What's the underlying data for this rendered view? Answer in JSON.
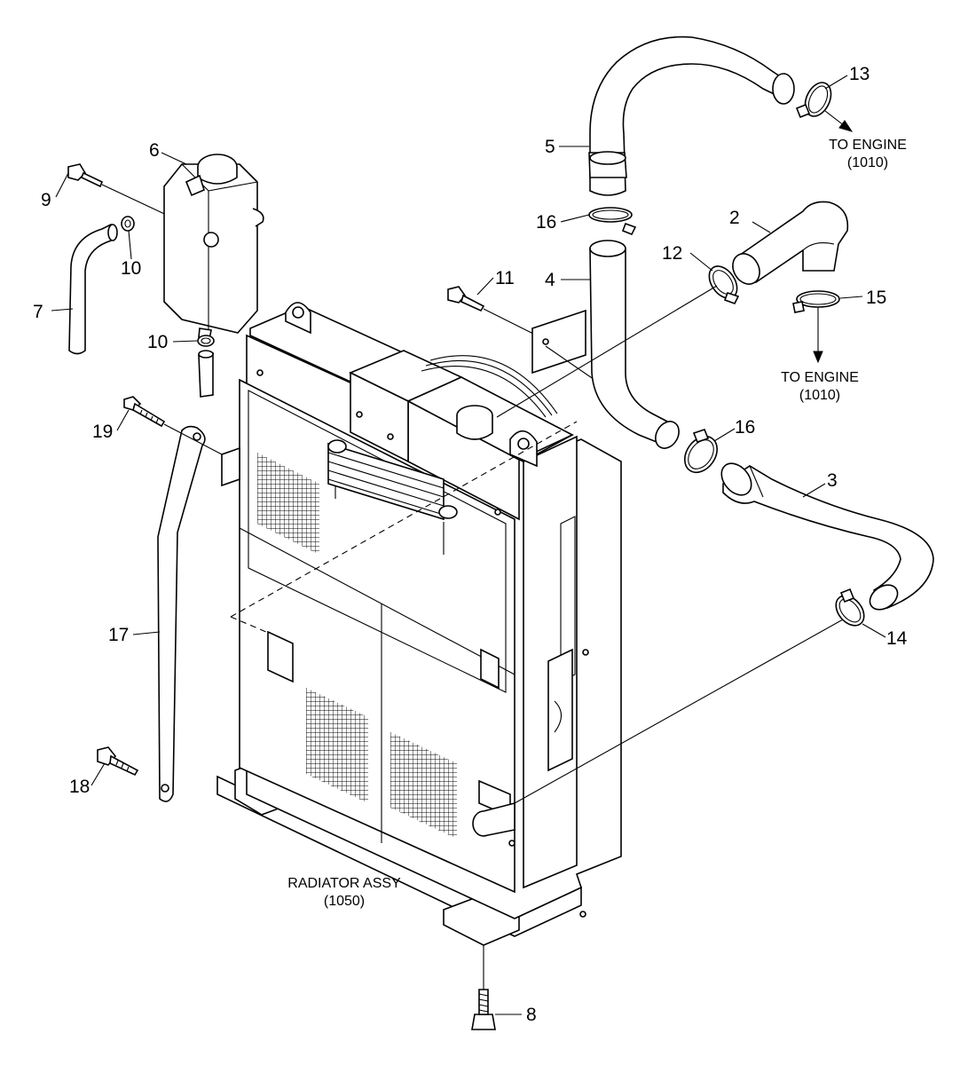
{
  "diagram": {
    "callouts": {
      "p2": "2",
      "p3": "3",
      "p4": "4",
      "p5": "5",
      "p6": "6",
      "p7": "7",
      "p8": "8",
      "p9": "9",
      "p10a": "10",
      "p10b": "10",
      "p11": "11",
      "p12": "12",
      "p13": "13",
      "p14": "14",
      "p15": "15",
      "p16a": "16",
      "p16b": "16",
      "p17": "17",
      "p18": "18",
      "p19": "19"
    },
    "notes": {
      "to_engine_top_line1": "TO ENGINE",
      "to_engine_top_line2": "(1010)",
      "to_engine_mid_line1": "TO ENGINE",
      "to_engine_mid_line2": "(1010)",
      "radiator_line1": "RADIATOR ASSY",
      "radiator_line2": "(1050)"
    }
  }
}
